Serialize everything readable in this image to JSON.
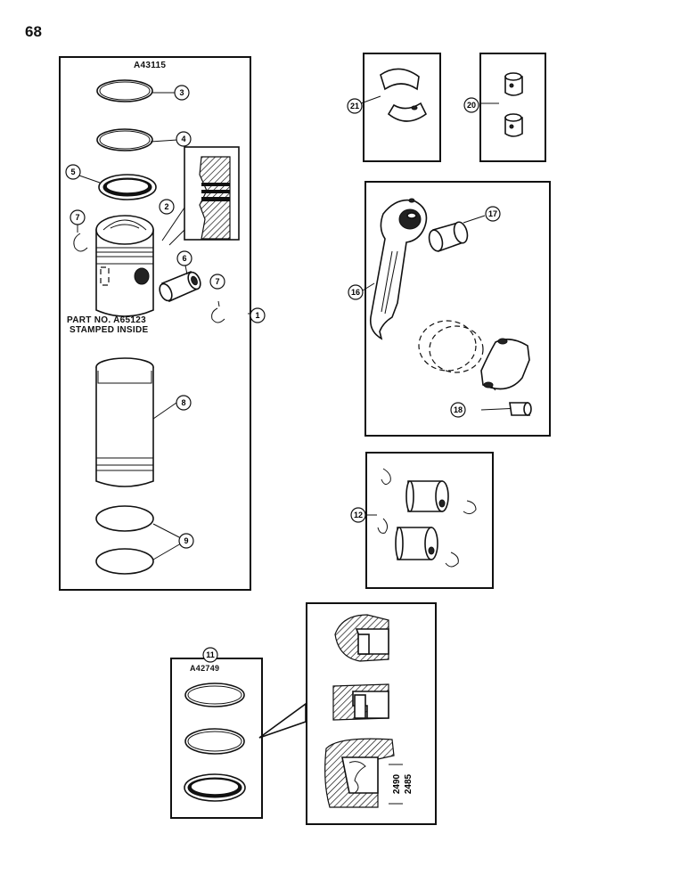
{
  "page_number": "68",
  "kits": {
    "main_kit": "A43115",
    "ring_kit": "A42749"
  },
  "note": {
    "line1": "PART NO. A65123",
    "line2": "STAMPED INSIDE"
  },
  "dimensions": {
    "max": "2490",
    "min": "2485"
  },
  "callouts": {
    "c1": "1",
    "c2": "2",
    "c3": "3",
    "c4": "4",
    "c5": "5",
    "c6": "6",
    "c7a": "7",
    "c7b": "7",
    "c8": "8",
    "c9": "9",
    "c11": "11",
    "c12": "12",
    "c16": "16",
    "c17": "17",
    "c18": "18",
    "c20": "20",
    "c21": "21"
  }
}
